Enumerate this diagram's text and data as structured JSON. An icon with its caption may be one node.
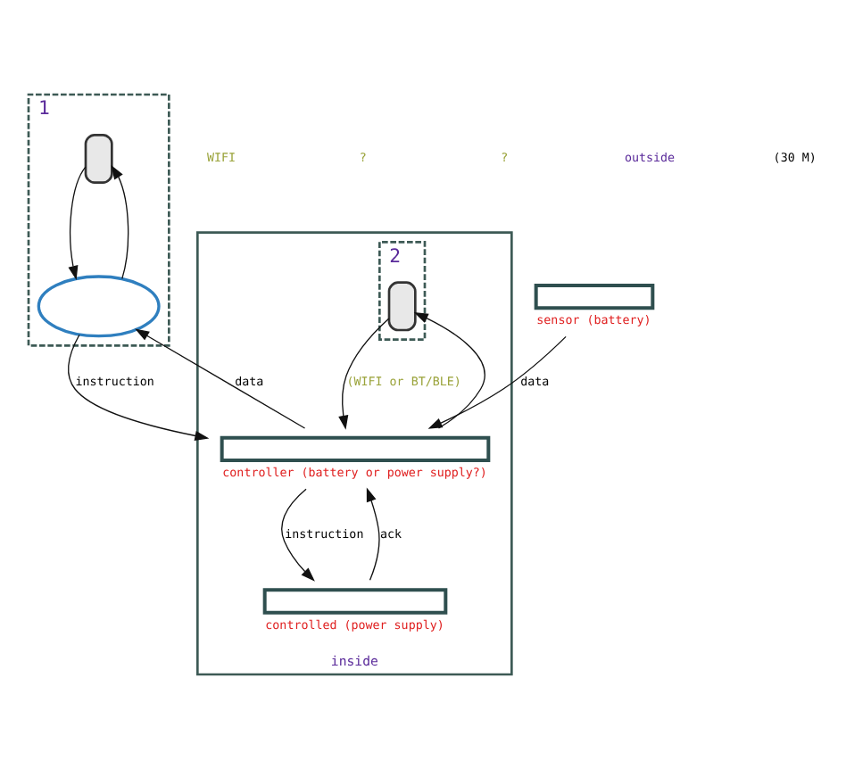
{
  "diagram": {
    "nodes": [
      {
        "text": [
          "1"
        ]
      },
      {
        "text": [],
        "shape": "phone",
        "in": 0
      },
      {
        "text": [],
        "shape": "cloud",
        "in": 0
      },
      {
        "text": [
          "inside"
        ]
      },
      {
        "text": [
          "2"
        ],
        "in": 3
      },
      {
        "text": [],
        "shape": "phone",
        "in": 4
      },
      {
        "text": [],
        "shape": "box",
        "in": 3,
        "beside": [
          "controller (battery or power supply?)"
        ]
      },
      {
        "text": [],
        "shape": "box",
        "in": 3,
        "beside": [
          "controlled (power supply)"
        ]
      },
      {
        "text": [],
        "shape": "box",
        "beside": [
          "sensor (battery)"
        ]
      }
    ],
    "edges": [
      {
        "from": 2,
        "to": 1,
        "arrow": "to"
      },
      {
        "from": 1,
        "to": 2,
        "arrow": "to"
      },
      {
        "from": 2,
        "to": 6,
        "arrow": "to",
        "label": "instruction"
      },
      {
        "from": 6,
        "to": 2,
        "arrow": "to",
        "label": "data"
      },
      {
        "from": 6,
        "to": 5,
        "arrow": "to"
      },
      {
        "from": 5,
        "to": 6,
        "arrow": "to",
        "label": "(WIFI or BT/BLE)"
      },
      {
        "from": 8,
        "to": 6,
        "arrow": "to",
        "label": "data"
      },
      {
        "from": 6,
        "to": 7,
        "arrow": "to",
        "label": "instruction"
      },
      {
        "from": 7,
        "to": 6,
        "arrow": "to",
        "label": "ack"
      }
    ],
    "labels": [
      "WIFI",
      "?",
      "?",
      "outside",
      "(30 M)"
    ]
  }
}
